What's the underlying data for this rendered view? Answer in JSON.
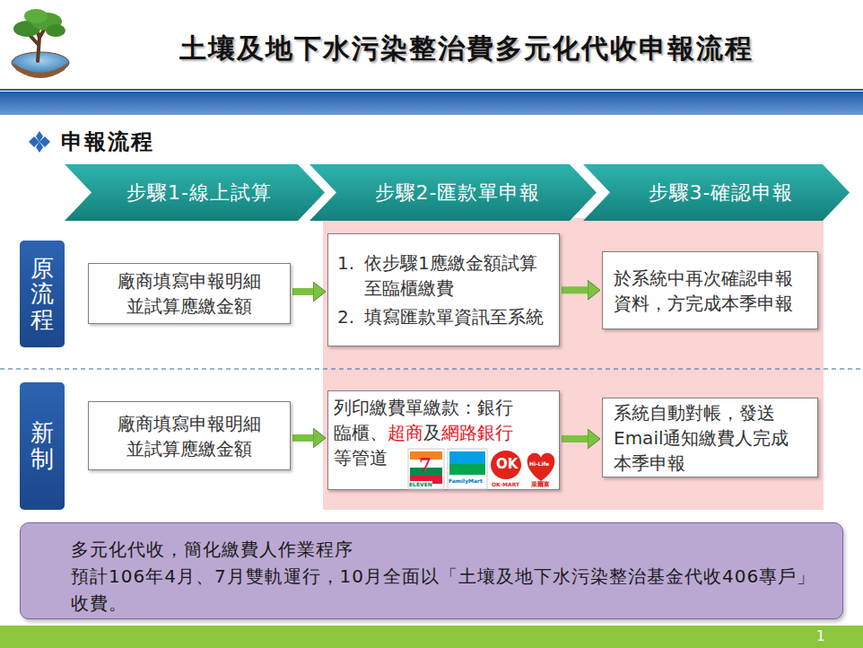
{
  "diagram": {
    "title": "土壤及地下水污染整治費多元化代收申報流程",
    "nodes": [
      {
        "text": [
          "步驟1-線上試算"
        ]
      },
      {
        "text": [
          "步驟2-匯款單申報"
        ]
      },
      {
        "text": [
          "步驟3-確認申報"
        ]
      },
      {
        "text": [
          "原流程"
        ]
      },
      {
        "text": [
          "廠商填寫申報明細並試算應繳金額"
        ]
      },
      {
        "text": [
          "1.",
          "依步驟1應繳金額試算至臨櫃繳費",
          "2.",
          "填寫匯款單資訊至系統"
        ]
      },
      {
        "text": [
          "於系統中再次確認申報資料，方完成本季申報"
        ]
      },
      {
        "text": [
          "新制"
        ]
      },
      {
        "text": [
          "廠商填寫申報明細並試算應繳金額"
        ]
      },
      {
        "text": [
          "列印繳費單繳款：銀行臨櫃、",
          "超商",
          "及",
          "網路銀行",
          "等管道"
        ]
      },
      {
        "text": [
          "系統自動對帳，發送Email通知繳費人完成本季申報"
        ]
      },
      {
        "text": [
          "多元化代收，簡化繳費人作業程序",
          "預計106年4月、7月雙軌運行，10月全面以「土壤及地下水污染整治基金代收406專戶」收費。"
        ]
      }
    ],
    "edges": [
      {
        "from": 4,
        "to": 5,
        "arrow": "to"
      },
      {
        "from": 5,
        "to": 6,
        "arrow": "to"
      },
      {
        "from": 8,
        "to": 9,
        "arrow": "to"
      },
      {
        "from": 9,
        "to": 10,
        "arrow": "to"
      }
    ],
    "labels": [
      "申報流程",
      "7",
      "ELEVEN",
      "FamilyMart",
      "OK",
      "OK·MART",
      "Hi-Life",
      "萊爾富",
      "1"
    ]
  }
}
